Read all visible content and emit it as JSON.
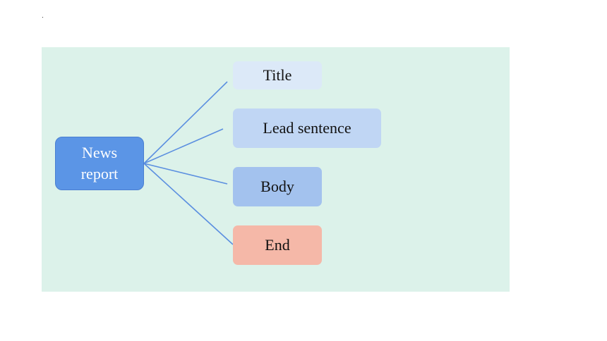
{
  "diagram": {
    "root": {
      "line1": "News",
      "line2": "report"
    },
    "children": [
      {
        "label": "Title"
      },
      {
        "label": "Lead sentence"
      },
      {
        "label": "Body"
      },
      {
        "label": "End"
      }
    ]
  },
  "colors": {
    "panel_background": "#dcf2ea",
    "root_fill": "#5b95e6",
    "root_text": "#ffffff",
    "connector": "#5b8fe0",
    "title_fill": "#dce9f8",
    "lead_fill": "#c0d6f4",
    "body_fill": "#a3c2ee",
    "end_fill": "#f5b8a8"
  }
}
